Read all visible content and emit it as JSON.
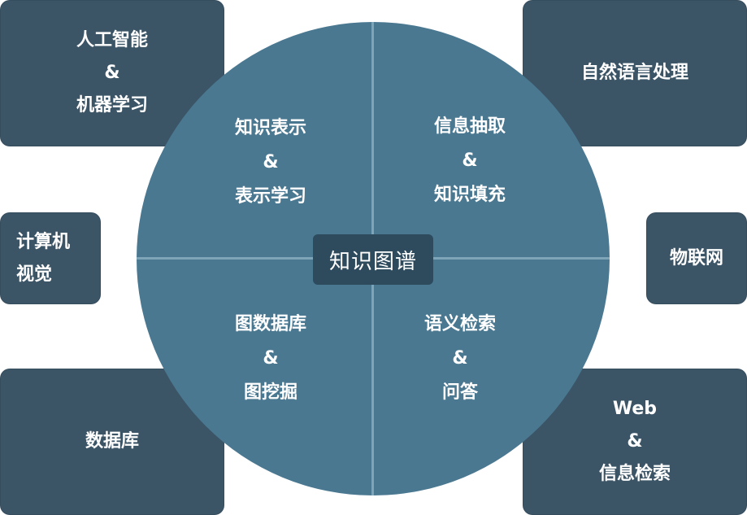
{
  "center": {
    "label": "知识图谱"
  },
  "quadrants": {
    "top_left": {
      "line1": "知识表示",
      "line2": "&",
      "line3": "表示学习"
    },
    "top_right": {
      "line1": "信息抽取",
      "line2": "&",
      "line3": "知识填充"
    },
    "bottom_left": {
      "line1": "图数据库",
      "line2": "&",
      "line3": "图挖掘"
    },
    "bottom_right": {
      "line1": "语义检索",
      "line2": "&",
      "line3": "问答"
    }
  },
  "outer_boxes": {
    "ai_ml": {
      "line1": "人工智能",
      "line2": "&",
      "line3": "机器学习"
    },
    "nlp": {
      "line1": "自然语言处理"
    },
    "cv": {
      "line1": "计算机",
      "line2": "视觉"
    },
    "iot": {
      "line1": "物联网"
    },
    "database": {
      "line1": "数据库"
    },
    "web_ir": {
      "line1": "Web",
      "line2": "&",
      "line3": "信息检索"
    }
  },
  "colors": {
    "outer_box": "#3b5466",
    "circle": "#4a7891",
    "divider": "#7ea4b7",
    "center_box": "#2e4b5e",
    "text": "#ffffff"
  }
}
